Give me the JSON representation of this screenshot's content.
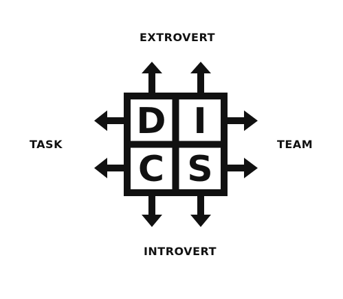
{
  "labels": {
    "top": "EXTROVERT",
    "bottom": "INTROVERT",
    "left": "TASK",
    "right": "TEAM"
  },
  "grid": {
    "cells": [
      "D",
      "I",
      "C",
      "S"
    ]
  },
  "colors": {
    "ink": "#111111",
    "background": "#ffffff"
  }
}
